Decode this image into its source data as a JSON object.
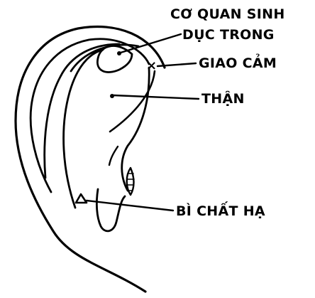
{
  "labels": {
    "co_quan_sinh": "CƠ QUAN SINH",
    "duc_trong": "DỤC TRONG",
    "giao_cam": "GIAO CẢM",
    "than": "THẬN",
    "bi_chat_ha": "BÌ CHẤT HẠ"
  },
  "markers": {
    "giao_cam_mark": "×"
  }
}
